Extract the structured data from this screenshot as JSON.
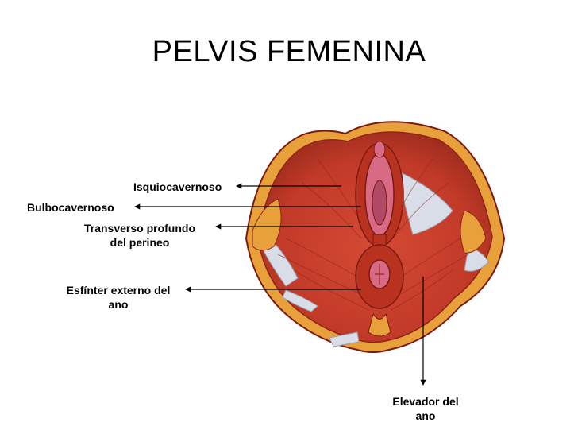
{
  "title": "PELVIS FEMENINA",
  "labels": {
    "isquiocavernoso": "Isquiocavernoso",
    "bulbocavernoso": "Bulbocavernoso",
    "transverso_line1": "Transverso profundo",
    "transverso_line2": "del perineo",
    "esfinter_line1": "Esfínter externo del",
    "esfinter_line2": "ano",
    "elevador_line1": "Elevador del",
    "elevador_line2": "ano"
  },
  "colors": {
    "muscle": "#c8402e",
    "muscle_dark": "#8e2418",
    "muscle_light": "#e06a4a",
    "tendon": "#d9dde8",
    "fat": "#e8a03a",
    "mucosa": "#d86a86",
    "outline": "#7a1a10"
  }
}
